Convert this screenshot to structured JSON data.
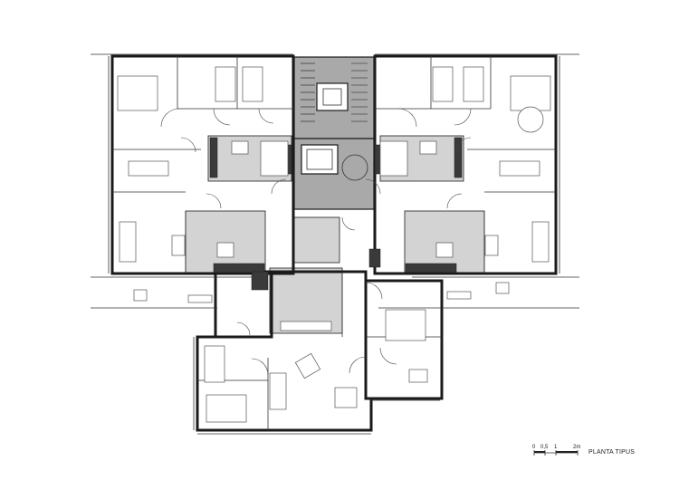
{
  "scale_bar": {
    "labels": [
      "0",
      "0,5",
      "1",
      "2m"
    ]
  },
  "plan_title": "PLANTA TIPUS",
  "colors": {
    "wet_rooms": "#d3d3d3",
    "core": "#a9a9a9",
    "walls": "#1a1a1a",
    "dark_fill": "#3a3a3a"
  }
}
